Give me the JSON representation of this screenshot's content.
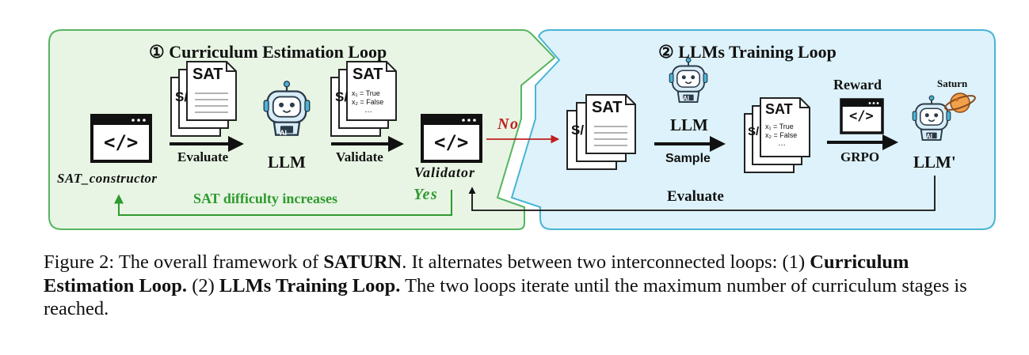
{
  "colors": {
    "green_fill": "#e8f5e4",
    "green_border": "#55b560",
    "green_text": "#2e9a2e",
    "blue_fill": "#ddf2fa",
    "blue_border": "#49b4d6",
    "red": "#c01f1f",
    "dark": "#111111"
  },
  "diagram": {
    "loop1": {
      "title": "① Curriculum Estimation Loop",
      "constructor_label": "SAT_constructor",
      "evaluate_label": "Evaluate",
      "llm_label": "LLM",
      "validate_label": "Validate",
      "validator_label": "Validator",
      "yes_label": "Yes",
      "difficulty_label": "SAT difficulty increases",
      "sat_doc": "SAT",
      "sat_doc_partial": "S/",
      "sat_doc_line1": "x₁ = True",
      "sat_doc_line2": "x₂ = False",
      "sat_doc_dots": "…",
      "code_symbol": "</>",
      "ai_badge": "AI"
    },
    "no_label": "No",
    "loop2": {
      "title": "② LLMs Training Loop",
      "llm_label": "LLM",
      "sample_label": "Sample",
      "reward_label": "Reward",
      "grpo_label": "GRPO",
      "saturn_label": "Saturn",
      "llm_prime_label": "LLM'",
      "evaluate_label": "Evaluate",
      "sat_doc": "SAT",
      "sat_doc_partial": "S/",
      "sat_doc_line1": "x₁ = True",
      "sat_doc_line2": "x₂ = False",
      "sat_doc_dots": "…",
      "code_symbol": "</>",
      "ai_badge": "AI"
    }
  },
  "caption": {
    "prefix": "Figure 2: The overall framework of ",
    "name": "SATURN",
    "middle": ". It alternates between two interconnected loops: (1) ",
    "loop1": "Curriculum Estimation Loop.",
    "mid2": " (2) ",
    "loop2": "LLMs Training Loop.",
    "suffix": " The two loops iterate until the maximum number of curriculum stages is reached."
  }
}
